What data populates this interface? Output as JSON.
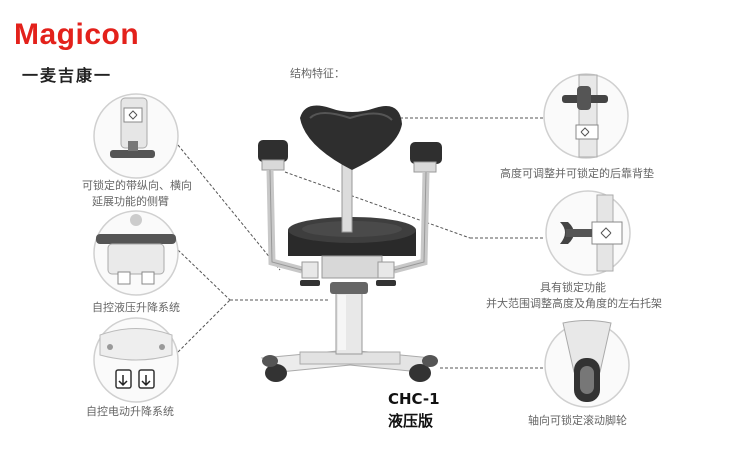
{
  "brand": {
    "name": "Magicon",
    "subtitle": "一麦吉康一"
  },
  "structure_title": "结构特征：",
  "features": {
    "armrest": [
      "可锁定的带纵向、横向",
      "延展功能的侧臂"
    ],
    "hydraulic": "自控液压升降系统",
    "electric": "自控电动升降系统",
    "backrest": "高度可调整并可锁定的后靠背垫",
    "lock": [
      "具有锁定功能",
      "并大范围调整高度及角度的左右托架"
    ],
    "wheel": "轴向可锁定滚动脚轮"
  },
  "model": {
    "code": "CHC-1",
    "version": "液压版"
  }
}
